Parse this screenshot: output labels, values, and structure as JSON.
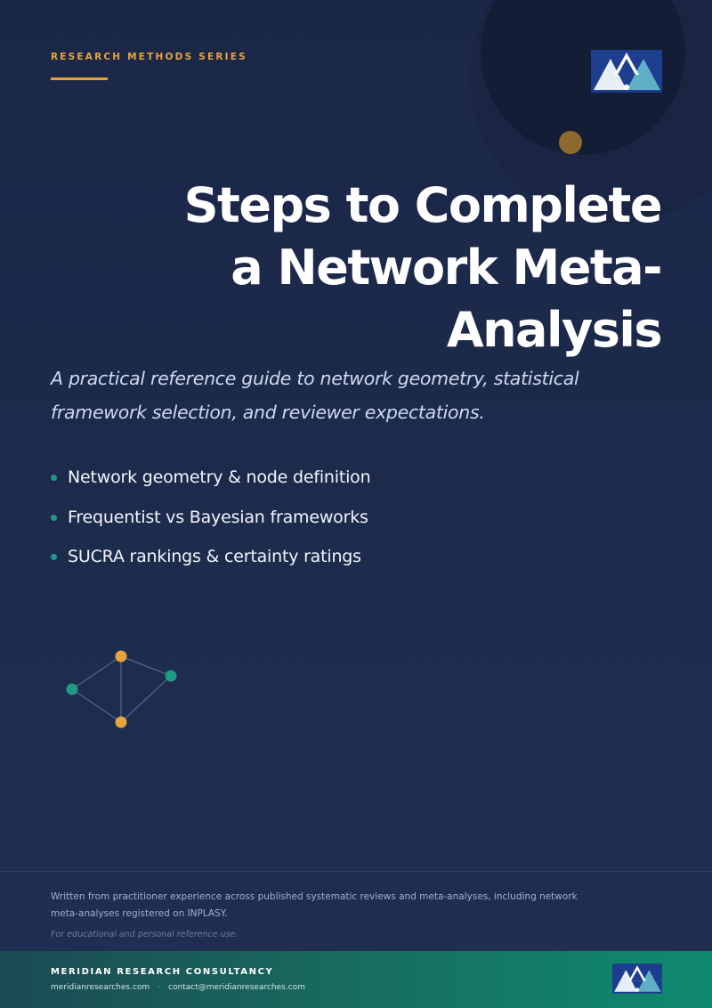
{
  "header": {
    "series_label": "RESEARCH METHODS SERIES"
  },
  "cover": {
    "title_lines": [
      "Steps to Complete",
      "a Network Meta-",
      "Analysis"
    ],
    "subtitle": "A practical reference guide to network geometry, statistical framework selection, and reviewer expectations.",
    "bullets": [
      "Network geometry & node definition",
      "Frequentist vs Bayesian frameworks",
      "SUCRA rankings & certainty ratings"
    ]
  },
  "credit": {
    "text": "Written from practitioner experience across published systematic reviews and meta-analyses, including network meta-analyses registered on INPLASY.",
    "disclaimer": "For educational and personal reference use."
  },
  "footer": {
    "brand": "MERIDIAN RESEARCH CONSULTANCY",
    "website": "meridianresearches.com",
    "separator": "·",
    "email": "contact@meridianresearches.com"
  },
  "colors": {
    "background": "#1d2b4c",
    "accent_gold": "#e6a43a",
    "accent_teal": "#1f9a83",
    "footer_band": "#17705f"
  },
  "icons": {
    "logo": "mountain-logo-icon",
    "bullet": "bullet-dot-icon",
    "network": "network-graph-icon"
  }
}
